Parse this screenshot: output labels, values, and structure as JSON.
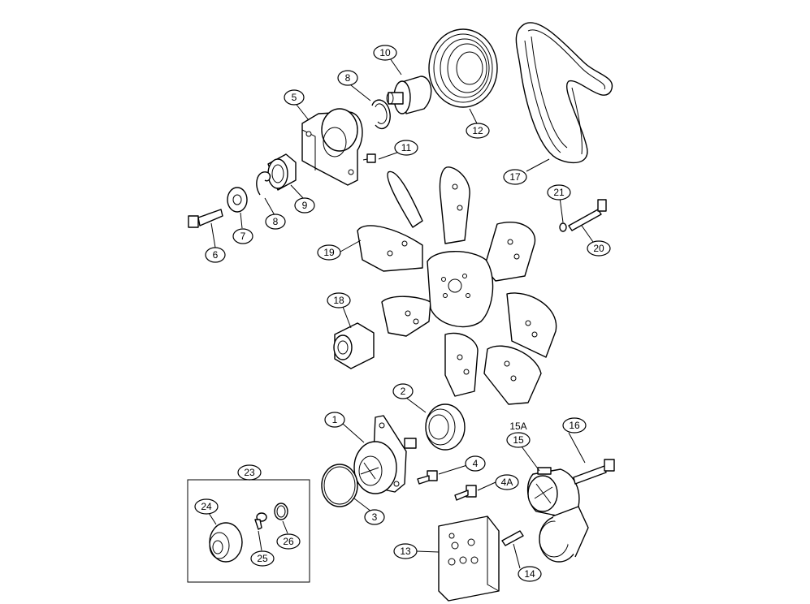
{
  "callouts": {
    "c1": "1",
    "c2": "2",
    "c3": "3",
    "c4": "4",
    "c4a": "4A",
    "c5": "5",
    "c6": "6",
    "c7": "7",
    "c8a": "8",
    "c8b": "8",
    "c9": "9",
    "c10": "10",
    "c11": "11",
    "c12": "12",
    "c13": "13",
    "c14": "14",
    "c15": "15",
    "c15a": "15A",
    "c16": "16",
    "c17": "17",
    "c18": "18",
    "c19": "19",
    "c20": "20",
    "c21": "21",
    "c23": "23",
    "c24": "24",
    "c25": "25",
    "c26": "26"
  }
}
